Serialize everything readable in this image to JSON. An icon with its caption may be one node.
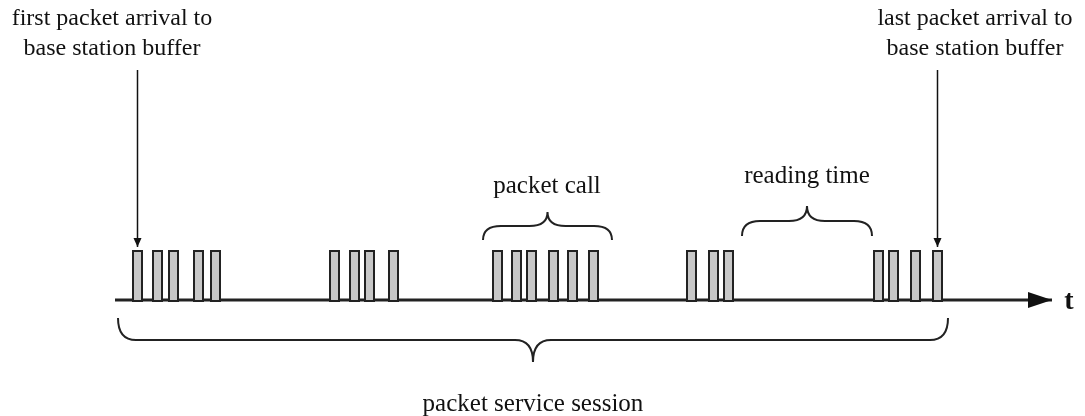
{
  "diagram": {
    "nodes": [
      {
        "text": [
          "first packet arrival to base station buffer"
        ]
      },
      {
        "text": [
          "last packet arrival to base station buffer"
        ]
      },
      {
        "text": [],
        "shape": "bar"
      },
      {
        "text": [],
        "shape": "bar"
      },
      {
        "text": [],
        "shape": "bar"
      },
      {
        "text": [],
        "shape": "bar"
      },
      {
        "text": [],
        "shape": "bar"
      },
      {
        "text": [],
        "shape": "bar"
      },
      {
        "text": [],
        "shape": "bar"
      },
      {
        "text": [],
        "shape": "bar"
      },
      {
        "text": [],
        "shape": "bar"
      },
      {
        "text": [],
        "shape": "bar"
      },
      {
        "text": [],
        "shape": "bar"
      },
      {
        "text": [],
        "shape": "bar"
      },
      {
        "text": [],
        "shape": "bar"
      },
      {
        "text": [],
        "shape": "bar"
      },
      {
        "text": [],
        "shape": "bar"
      },
      {
        "text": [],
        "shape": "bar"
      },
      {
        "text": [],
        "shape": "bar"
      },
      {
        "text": [],
        "shape": "bar"
      },
      {
        "text": [],
        "shape": "bar"
      },
      {
        "text": [],
        "shape": "bar"
      },
      {
        "text": [],
        "shape": "bar"
      },
      {
        "text": [],
        "shape": "bar"
      }
    ],
    "edges": [
      {
        "from": 0,
        "to": 2,
        "arrow": "to"
      },
      {
        "from": 1,
        "to": 23,
        "arrow": "to"
      }
    ],
    "labels": [
      "packet call",
      "reading time",
      "t",
      "packet service session"
    ]
  }
}
